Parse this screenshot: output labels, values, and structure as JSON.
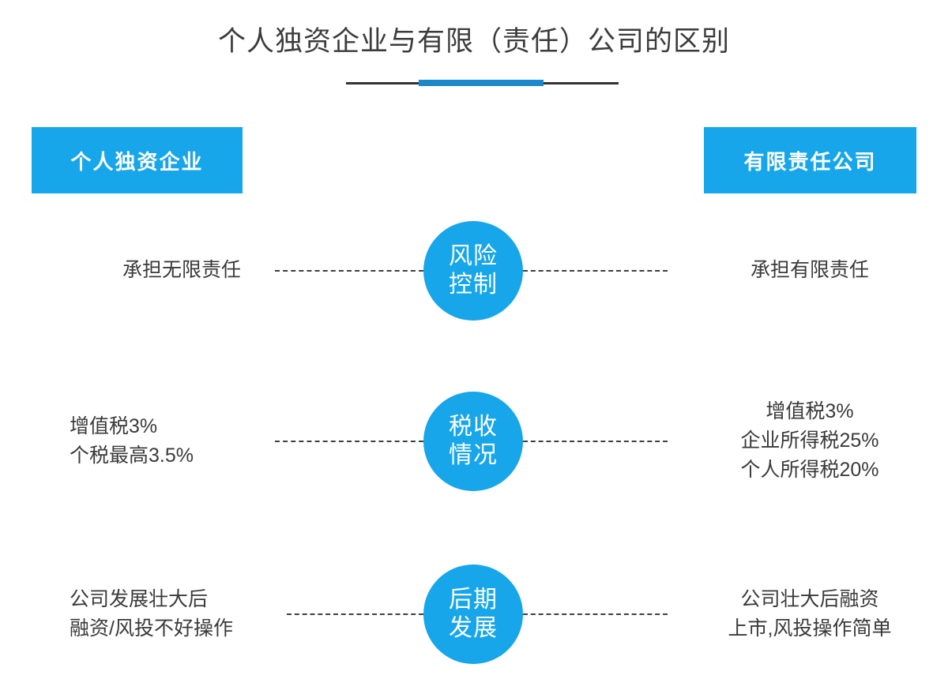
{
  "title": "个人独资企业与有限（责任）公司的区别",
  "colors": {
    "accent_blue": "#16a6e9",
    "rule_accent": "#1a88c9",
    "rule_dark": "#333333",
    "body_text": "#3a3a3a"
  },
  "headers": {
    "left": "个人独资企业",
    "right": "有限责任公司"
  },
  "rows": [
    {
      "badge_line1": "风险",
      "badge_line2": "控制",
      "left": [
        "承担无限责任"
      ],
      "right": [
        "承担有限责任"
      ]
    },
    {
      "badge_line1": "税收",
      "badge_line2": "情况",
      "left": [
        "增值税3%",
        "个税最高3.5%"
      ],
      "right": [
        "增值税3%",
        "企业所得税25%",
        "个人所得税20%"
      ]
    },
    {
      "badge_line1": "后期",
      "badge_line2": "发展",
      "left": [
        "公司发展壮大后",
        "融资/风投不好操作"
      ],
      "right": [
        "公司壮大后融资",
        "上市,风投操作简单"
      ]
    }
  ]
}
